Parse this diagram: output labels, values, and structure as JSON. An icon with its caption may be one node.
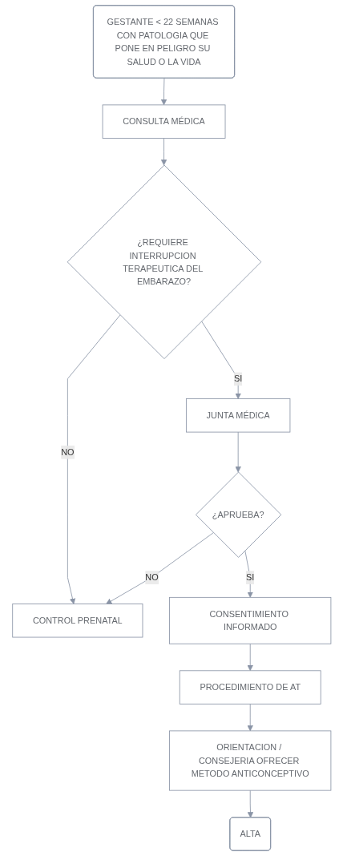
{
  "diagram": {
    "nodes": [
      {
        "text": [
          "GESTANTE < 22 SEMANAS CON PATOLOGIA QUE PONE EN PELIGRO SU SALUD O LA VIDA"
        ]
      },
      {
        "text": [
          "CONSULTA MÉDICA"
        ]
      },
      {
        "text": [
          "¿REQUIERE INTERRUPCION TERAPEUTICA DEL EMBARAZO?"
        ]
      },
      {
        "text": [
          "CONTROL PRENATAL"
        ]
      },
      {
        "text": [
          "JUNTA MÉDICA"
        ]
      },
      {
        "text": [
          "¿APRUEBA?"
        ]
      },
      {
        "text": [
          "CONSENTIMIENTO INFORMADO"
        ]
      },
      {
        "text": [
          "PROCEDIMIENTO DE AT"
        ]
      },
      {
        "text": [
          "ORIENTACION / CONSEJERIA OFRECER METODO ANTICONCEPTIVO"
        ]
      },
      {
        "text": [
          "ALTA"
        ]
      }
    ],
    "edges": [
      {
        "from": 0,
        "to": 1,
        "arrow": "to"
      },
      {
        "from": 1,
        "to": 2,
        "arrow": "to"
      },
      {
        "from": 2,
        "to": 3,
        "arrow": "to",
        "label": "NO"
      },
      {
        "from": 2,
        "to": 4,
        "arrow": "to",
        "label": "SI"
      },
      {
        "from": 4,
        "to": 5,
        "arrow": "to"
      },
      {
        "from": 5,
        "to": 3,
        "arrow": "to",
        "label": "NO"
      },
      {
        "from": 5,
        "to": 6,
        "arrow": "to",
        "label": "SI"
      },
      {
        "from": 6,
        "to": 7,
        "arrow": "to"
      },
      {
        "from": 7,
        "to": 8,
        "arrow": "to"
      },
      {
        "from": 8,
        "to": 9,
        "arrow": "to"
      }
    ]
  }
}
